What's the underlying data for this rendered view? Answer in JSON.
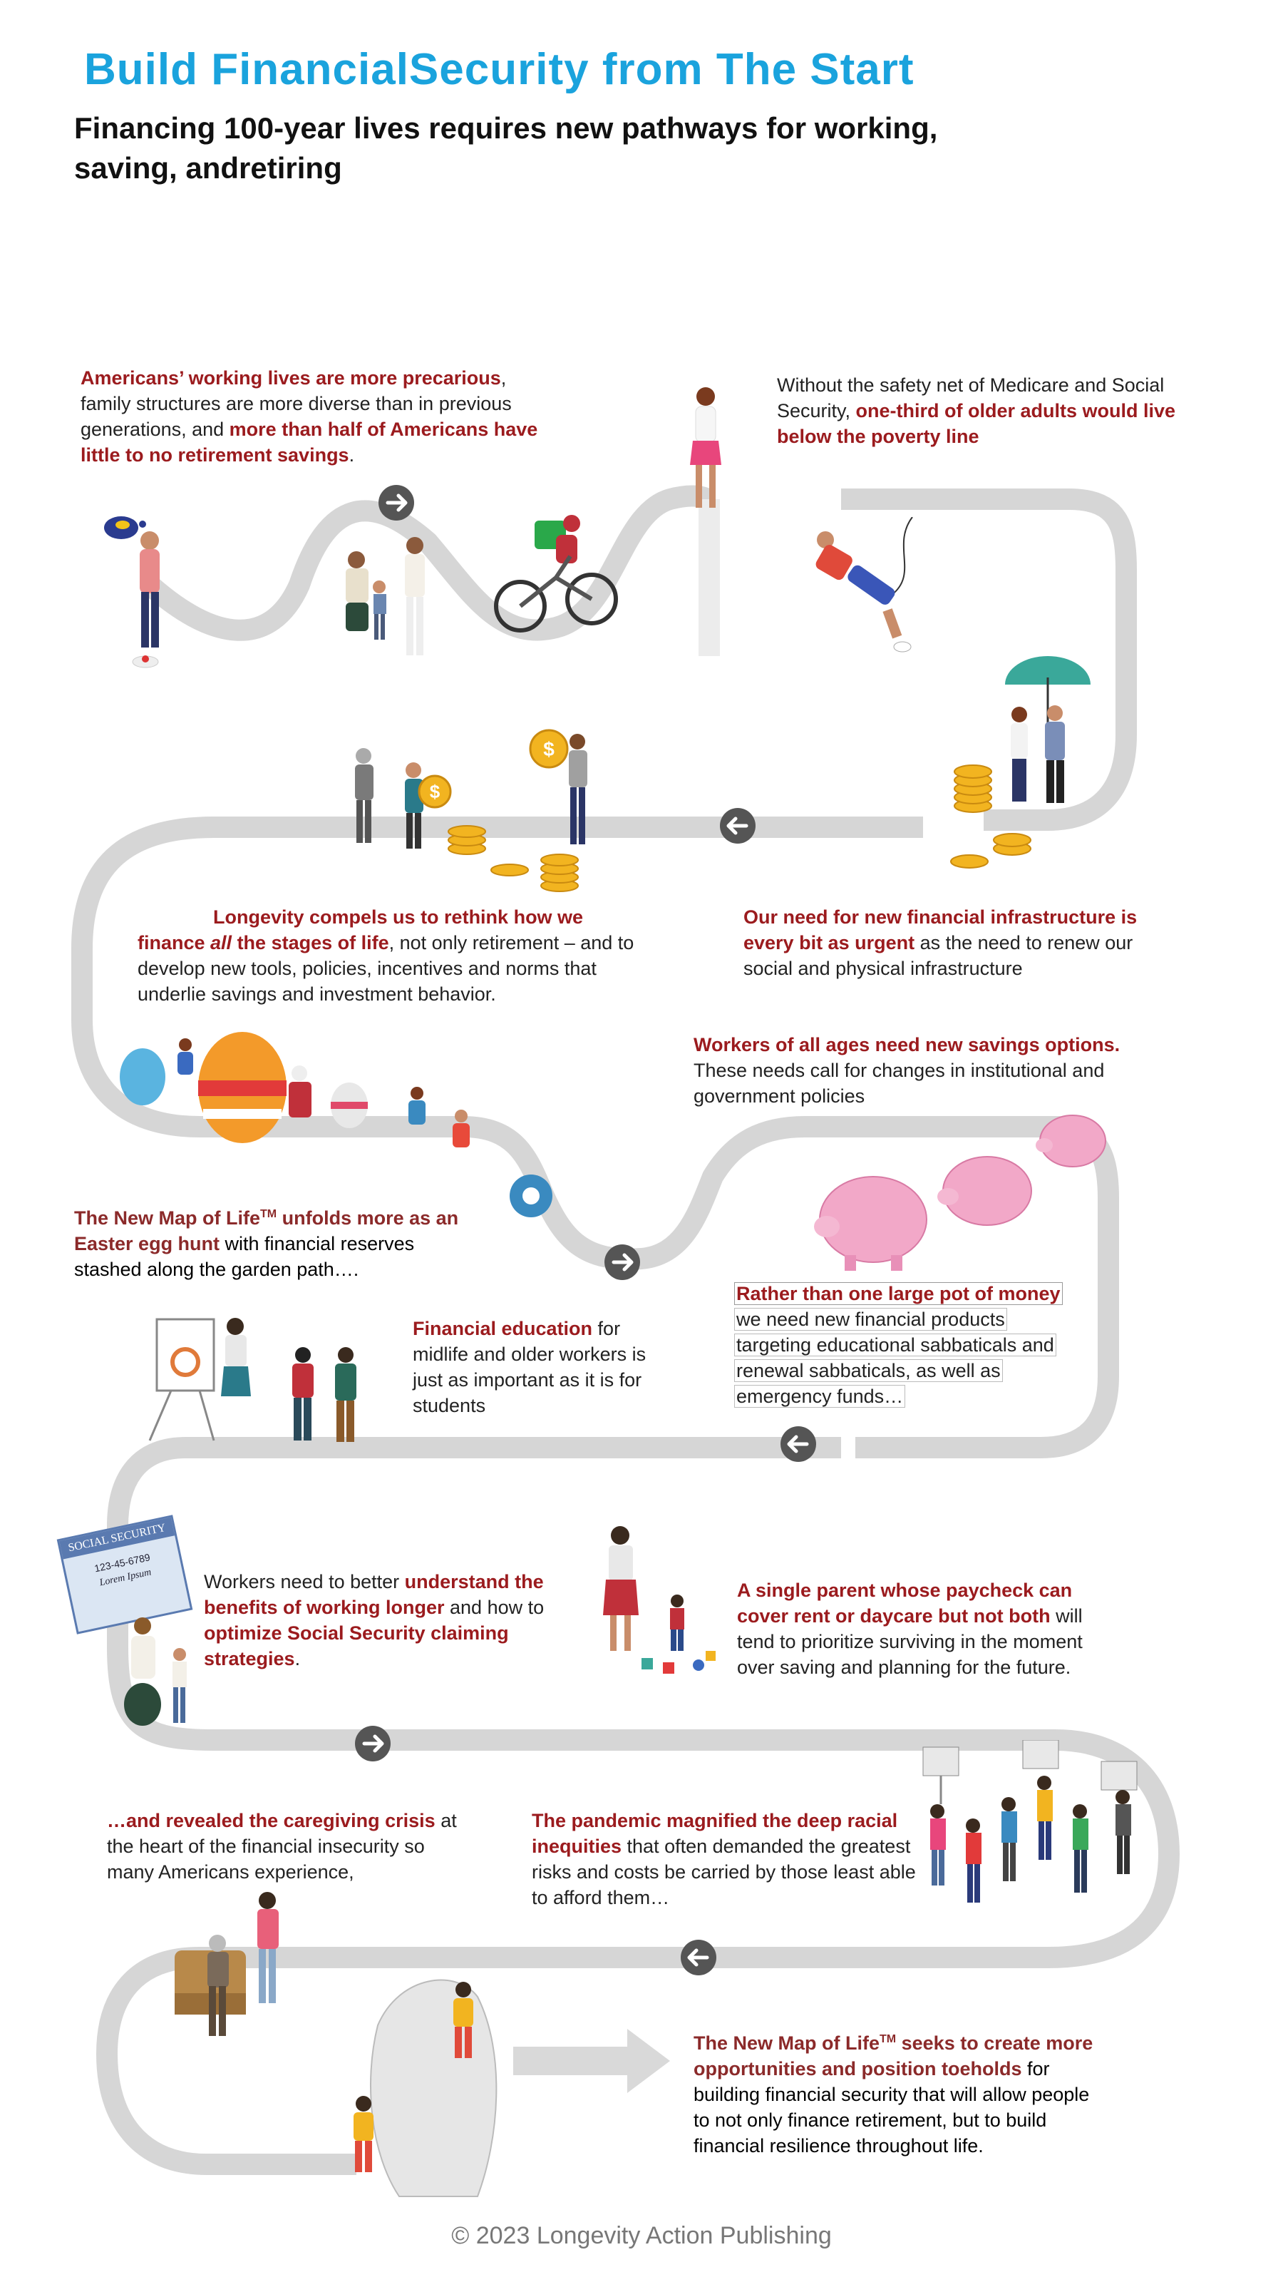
{
  "title": "Build FinancialSecurity from The Start",
  "subtitle": "Financing 100-year lives requires new pathways for working, saving, andretiring",
  "footer": "© 2023 Longevity Action Publishing",
  "colors": {
    "title_blue": "#1aa3dd",
    "highlight_red": "#9b1b1e",
    "road_gray": "#d6d6d6",
    "arrow_gray": "#555555"
  },
  "sections": {
    "s1": {
      "h1": "Americans’ working lives are more precarious",
      "t1": ", family structures are more diverse than in previous generations, and ",
      "h2": "more than half of Americans have little to no retirement savings",
      "t2": "."
    },
    "s2": {
      "t1": "Without the safety net of Medicare and Social Security, ",
      "h1": "one-third of older adults would live below the poverty line"
    },
    "s3": {
      "h1": "Our need for new financial infrastructure is every bit as urgent",
      "t1": " as the need to renew our social and physical infrastructure"
    },
    "s4": {
      "h1": "Longevity compels us to rethink how we finance ",
      "h_em": "all",
      "h2": " the stages of life",
      "t1": ", not only retirement – and to develop new tools, policies, incentives and norms that underlie savings and investment behavior."
    },
    "s5": {
      "h1": "Workers of all ages need new savings options.",
      "t1": " These needs call for changes in institutional and government policies"
    },
    "s6": {
      "h1": "The New Map of Life",
      "tm": "TM",
      "h2": " unfolds more as an Easter egg hunt",
      "t1": " with financial reserves stashed along the garden path…."
    },
    "s7": {
      "l1": "Rather than one large pot of money",
      "l2": "we need new financial products",
      "l3": "targeting educational sabbaticals and",
      "l4": "renewal sabbaticals, as well as",
      "l5": "emergency funds…"
    },
    "s8": {
      "h1": "Financial education",
      "t1": " for midlife and older workers is just as important as it is for students"
    },
    "s9": {
      "t1": "Workers need to better ",
      "h1": "understand the benefits of working longer",
      "t2": " and how to ",
      "h2": "optimize Social Security claiming strategies",
      "t3": "."
    },
    "s10": {
      "h1": "A single parent whose paycheck can cover rent or daycare but not both",
      "t1": " will tend to prioritize surviving in the moment over saving and planning for the future."
    },
    "s11": {
      "h1": "…and revealed the caregiving crisis",
      "t1": " at the heart of the financial insecurity so many Americans experience,"
    },
    "s12": {
      "h1": "The pandemic magnified the deep racial inequities",
      "t1": " that often demanded the greatest risks and costs be carried by those least able to afford them…"
    },
    "s13": {
      "h1": "The New Map of Life",
      "tm": "TM",
      "h2": " seeks to create more opportunities and position toeholds",
      "t1": " for building financial security that will allow people to not only finance retirement, but to build financial resilience throughout life."
    }
  },
  "signs": {
    "ss_card_title": "SOCIAL SECURITY",
    "ss_card_number": "123-45-6789",
    "ss_card_name": "Lorem Ipsum"
  },
  "coin_symbol": "$"
}
